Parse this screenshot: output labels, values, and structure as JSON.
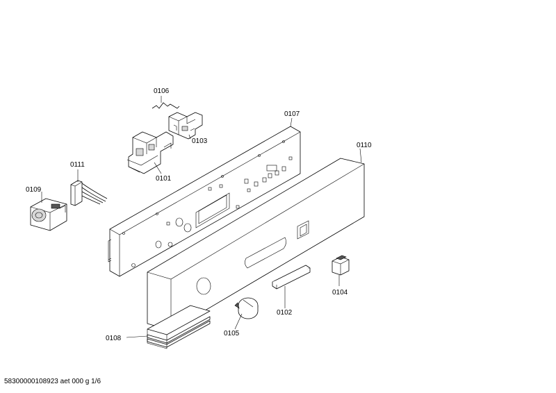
{
  "labels": {
    "p0101": "0101",
    "p0102": "0102",
    "p0103": "0103",
    "p0104": "0104",
    "p0105": "0105",
    "p0106": "0106",
    "p0107": "0107",
    "p0108": "0108",
    "p0109": "0109",
    "p0110": "0110",
    "p0111": "0111"
  },
  "footer": "58300000108923 aet 000 g 1/6"
}
